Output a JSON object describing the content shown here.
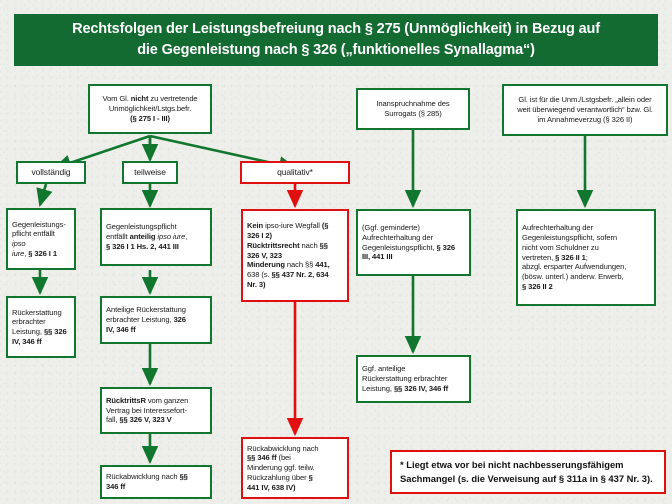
{
  "title": {
    "line1": "Rechtsfolgen der Leistungsbefreiung nach § 275 (Unmöglichkeit) in Bezug auf",
    "line2": "die Gegenleistung nach § 326 („funktionelles Synallagma“)"
  },
  "colors": {
    "header_bg": "#136b32",
    "green": "#11772f",
    "red": "#e01010",
    "page_bg": "#eeeeea",
    "box_bg": "#ffffff"
  },
  "nodes": {
    "root": {
      "lines": [
        "Vom Gl. nicht zu vertretende",
        "Unmöglichkeit/Lstgs.befr.",
        "(§ 275 I - III)"
      ]
    },
    "surrogat": {
      "lines": [
        "Inanspruchnahme des",
        "Surrogats (§ 285)"
      ]
    },
    "verantwortlich": {
      "lines": [
        "Gl. ist für die Unm./Lstgsbefr.  „allein oder",
        "weit überwiegend verantwortlich“ bzw. Gl.",
        "im Annahmeverzug (§ 326 II)"
      ]
    },
    "branch_vollstaendig": {
      "label": "vollständig"
    },
    "branch_teilweise": {
      "label": "teilweise"
    },
    "branch_qualitativ": {
      "label": "qualitativ*"
    },
    "voll_1": {
      "lines": [
        "Gegenleistungs-",
        "pflicht entfällt ipso",
        "iure, § 326 I 1"
      ]
    },
    "voll_2": {
      "lines": [
        "Rückerstattung",
        "erbrachter",
        "Leistung, §§ 326",
        "IV, 346 ff"
      ]
    },
    "teil_1": {
      "lines": [
        "Gegenleistungspflicht",
        "entfällt anteilig ipso iure,",
        "§ 326 I 1 Hs. 2, 441 III"
      ]
    },
    "teil_2": {
      "lines": [
        "Anteilige Rückerstattung",
        "erbrachter Leistung, 326",
        "IV, 346 ff"
      ]
    },
    "teil_3": {
      "lines": [
        "RücktrittsR vom ganzen",
        "Vertrag bei Interessefort-",
        "fall, §§ 326 V, 323 V"
      ]
    },
    "teil_4": {
      "lines": [
        "Rückabwicklung nach §§",
        "346 ff"
      ]
    },
    "qual_1": {
      "lines": [
        "Kein ipso-iure Wegfall  (§",
        "326 I 2)",
        "Rücktrittsrecht nach §§",
        "326 V, 323",
        "Minderung nach §§ 441,",
        "638 (s. §§ 437 Nr. 2, 634",
        "Nr. 3)"
      ]
    },
    "qual_2": {
      "lines": [
        "Rückabwicklung nach",
        "§§ 346 ff (bei",
        "Minderung ggf. teilw.",
        "Rückzahlung über §",
        "441 IV, 638 IV)"
      ]
    },
    "sur_1": {
      "lines": [
        "(Ggf. geminderte)",
        "Aufrechterhaltung der",
        "Gegenleistungspflicht,  § 326",
        "III, 441 III"
      ]
    },
    "sur_2": {
      "lines": [
        "Ggf. anteilige",
        "Rückerstattung erbrachter",
        "Leistung, §§ 326 IV, 346 ff"
      ]
    },
    "ver_1": {
      "lines": [
        "Aufrechterhaltung  der",
        "Gegenleistungspflicht,  sofern",
        "nicht vom Schuldner zu",
        "vertreten, § 326 II 1;",
        "abzgl. ersparter Aufwendungen,",
        "(bösw. unterl.)  anderw. Erwerb,",
        "§ 326 II 2"
      ]
    }
  },
  "footnote": {
    "line1": "* Liegt etwa  vor bei nicht nachbesserungsfähigem",
    "line2": "Sachmangel (s. die Verweisung auf § 311a in § 437 Nr. 3)."
  }
}
